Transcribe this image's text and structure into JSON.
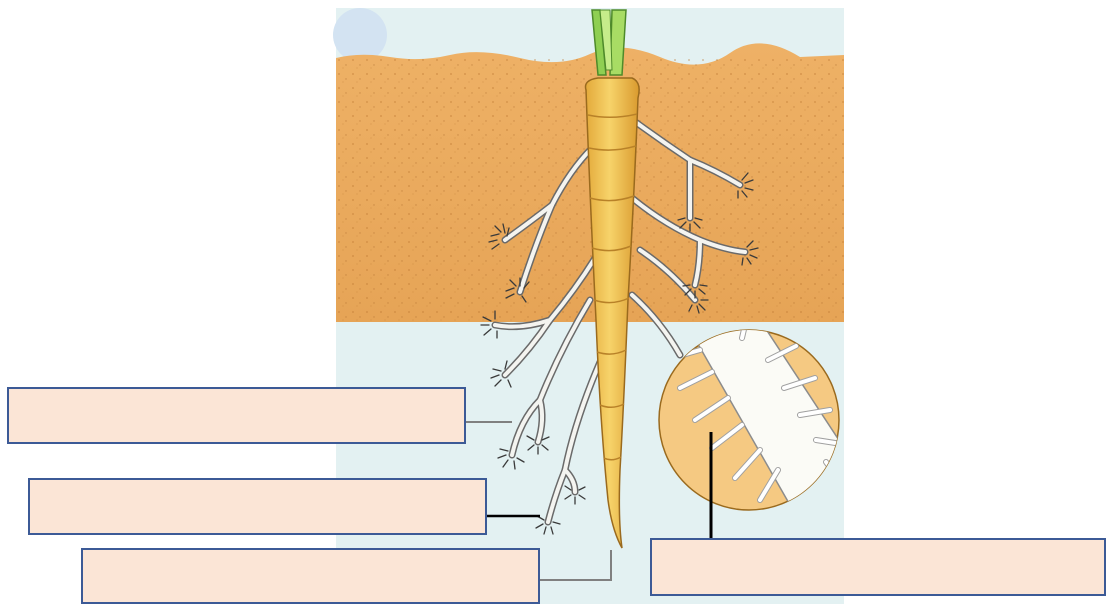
{
  "diagram": {
    "labels": [
      {
        "id": "branch-roots",
        "text": ""
      },
      {
        "id": "fine-roots",
        "text": ""
      },
      {
        "id": "main-root-tip",
        "text": ""
      },
      {
        "id": "root-hairs",
        "text": ""
      }
    ]
  },
  "colors": {
    "sky": "#e3f1f2",
    "soil": "#e8a85a",
    "taproot": "#f0c050",
    "label_fill": "#fbe5d6",
    "label_border": "#3c5a96",
    "leaders": "#000000"
  }
}
